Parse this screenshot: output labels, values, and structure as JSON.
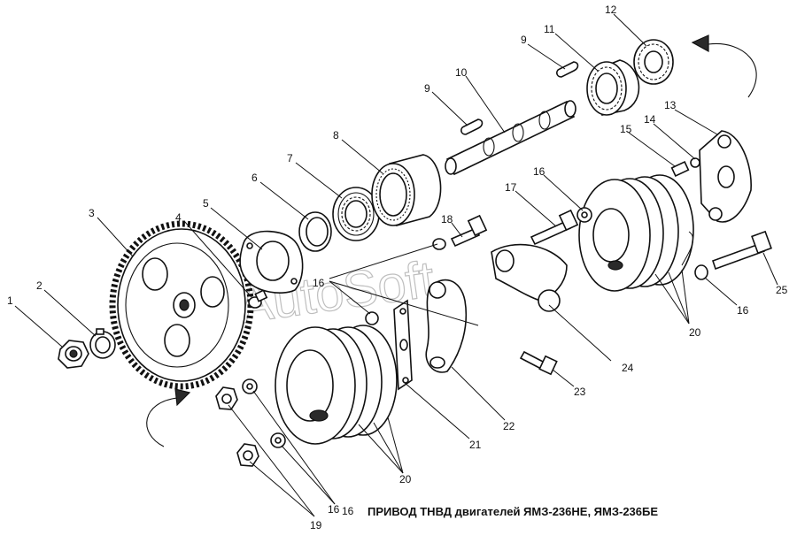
{
  "title": "ПРИВОД ТНВД двигателей ЯМЗ-236НЕ, ЯМЗ-236БЕ",
  "watermark": "AutoSoft",
  "colors": {
    "ink": "#111111",
    "paper": "#ffffff",
    "watermark": "#8a8a8a"
  },
  "labels": [
    "1",
    "2",
    "3",
    "4",
    "5",
    "6",
    "7",
    "8",
    "9",
    "9",
    "10",
    "11",
    "12",
    "13",
    "14",
    "15",
    "16",
    "16",
    "16",
    "16",
    "16",
    "17",
    "18",
    "19",
    "20",
    "20",
    "21",
    "22",
    "23",
    "24",
    "25"
  ]
}
